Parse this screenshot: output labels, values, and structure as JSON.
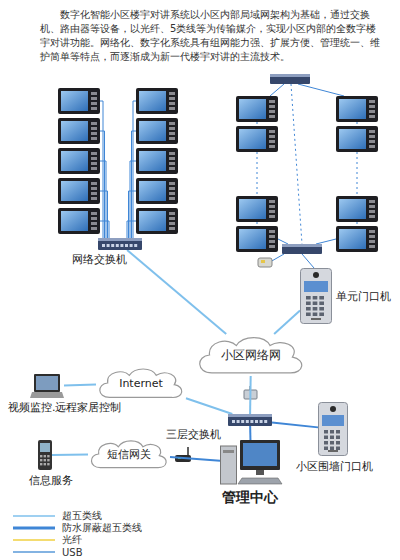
{
  "diagram": {
    "caption": "数字化智能小区楼宇对讲系统以小区内部局域网架构为基础，通过交换机、路由器等设备，以光纤、5类线等为传输媒介，实现小区内部的全数字楼宇对讲功能。网络化、数字化系统具有组网能力强、扩展方便、管理统一、维护简单等特点，而逐渐成为新一代楼宇对讲的主流技术。",
    "nodes": [
      {
        "text": [
          "网络交换机"
        ]
      },
      {
        "text": [
          "单元门口机"
        ]
      },
      {
        "text": [
          "小区网络网"
        ]
      },
      {
        "text": [
          "Internet"
        ]
      },
      {
        "text": [
          "视频监控.远程家居控制"
        ]
      },
      {
        "text": [
          "三层交换机"
        ]
      },
      {
        "text": [
          "信息服务"
        ]
      },
      {
        "text": [
          "短信网关"
        ]
      },
      {
        "text": [
          "小区围墙门口机"
        ]
      },
      {
        "text": [
          "管理中心"
        ]
      }
    ],
    "edges": [
      {
        "from": 0,
        "to": 2,
        "arrow": "none"
      },
      {
        "from": 1,
        "to": 2,
        "arrow": "none"
      },
      {
        "from": 2,
        "to": 5,
        "arrow": "none"
      },
      {
        "from": 4,
        "to": 3,
        "arrow": "none"
      },
      {
        "from": 3,
        "to": 5,
        "arrow": "none"
      },
      {
        "from": 6,
        "to": 7,
        "arrow": "none"
      },
      {
        "from": 7,
        "to": 9,
        "arrow": "none"
      },
      {
        "from": 5,
        "to": 9,
        "arrow": "none"
      },
      {
        "from": 5,
        "to": 8,
        "arrow": "none"
      }
    ],
    "legend": [
      {
        "text": "超五类线"
      },
      {
        "text": "防水屏蔽超五类线"
      },
      {
        "text": "光纤"
      },
      {
        "text": "USB"
      }
    ]
  }
}
